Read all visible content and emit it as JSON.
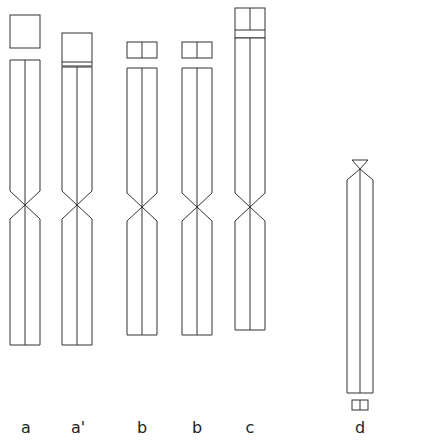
{
  "diagram": {
    "labels": [
      "a",
      "a'",
      "b",
      "b",
      "c",
      "d"
    ]
  }
}
